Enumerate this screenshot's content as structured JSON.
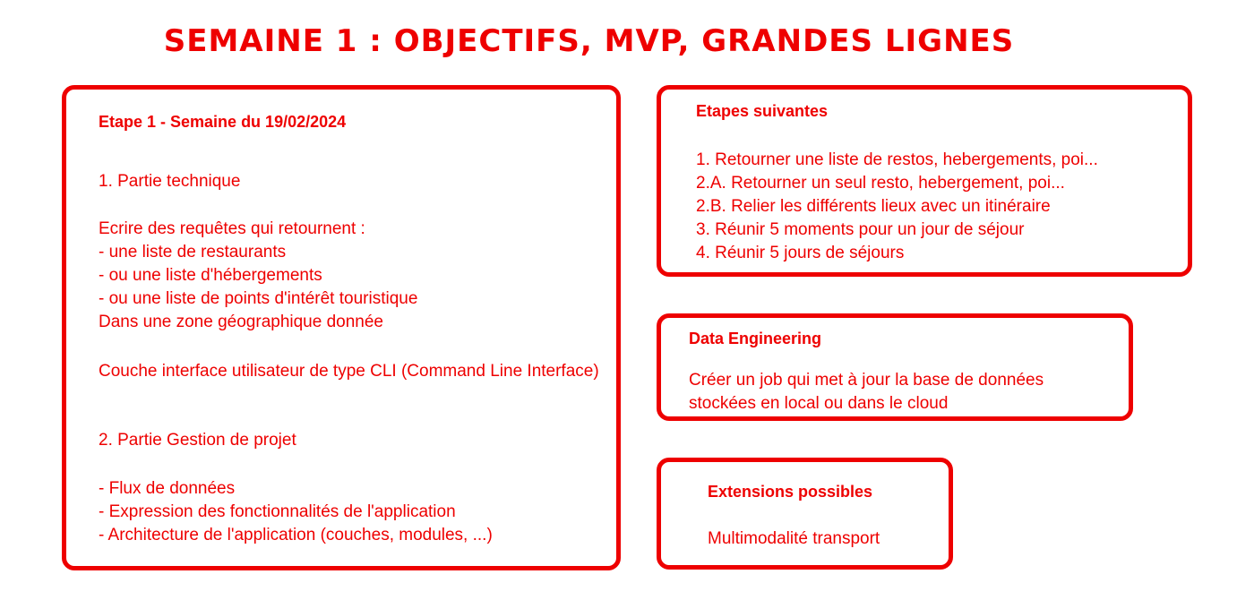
{
  "title": "SEMAINE 1 : OBJECTIFS, MVP, GRANDES LIGNES",
  "etape1": {
    "heading": "Etape 1 - Semaine du 19/02/2024",
    "technique_title": "1. Partie technique",
    "requetes_intro": "Ecrire des requêtes qui retournent :",
    "requetes": [
      "- une liste de restaurants",
      "- ou une liste d'hébergements",
      "- ou une liste de points d'intérêt touristique"
    ],
    "zone": "Dans une zone géographique donnée",
    "cli": "Couche interface utilisateur de type CLI (Command Line Interface)",
    "gestion_title": "2. Partie Gestion de projet",
    "gestion_items": [
      "- Flux de données",
      "- Expression des fonctionnalités de l'application",
      "- Architecture de l'application (couches, modules, ...)"
    ]
  },
  "suivantes": {
    "heading": "Etapes suivantes",
    "items": [
      "1. Retourner une liste de restos, hebergements, poi...",
      "2.A. Retourner un seul resto, hebergement, poi...",
      "2.B. Relier les différents lieux avec un itinéraire",
      "3. Réunir 5 moments pour un jour de séjour",
      "4. Réunir 5 jours de séjours"
    ]
  },
  "data_engineering": {
    "heading": "Data Engineering",
    "text": "Créer un job qui met à jour la base de données stockées en local ou dans le cloud"
  },
  "extensions": {
    "heading": "Extensions possibles",
    "text": "Multimodalité transport"
  },
  "colors": {
    "accent": "#ee0000",
    "background": "#ffffff"
  }
}
